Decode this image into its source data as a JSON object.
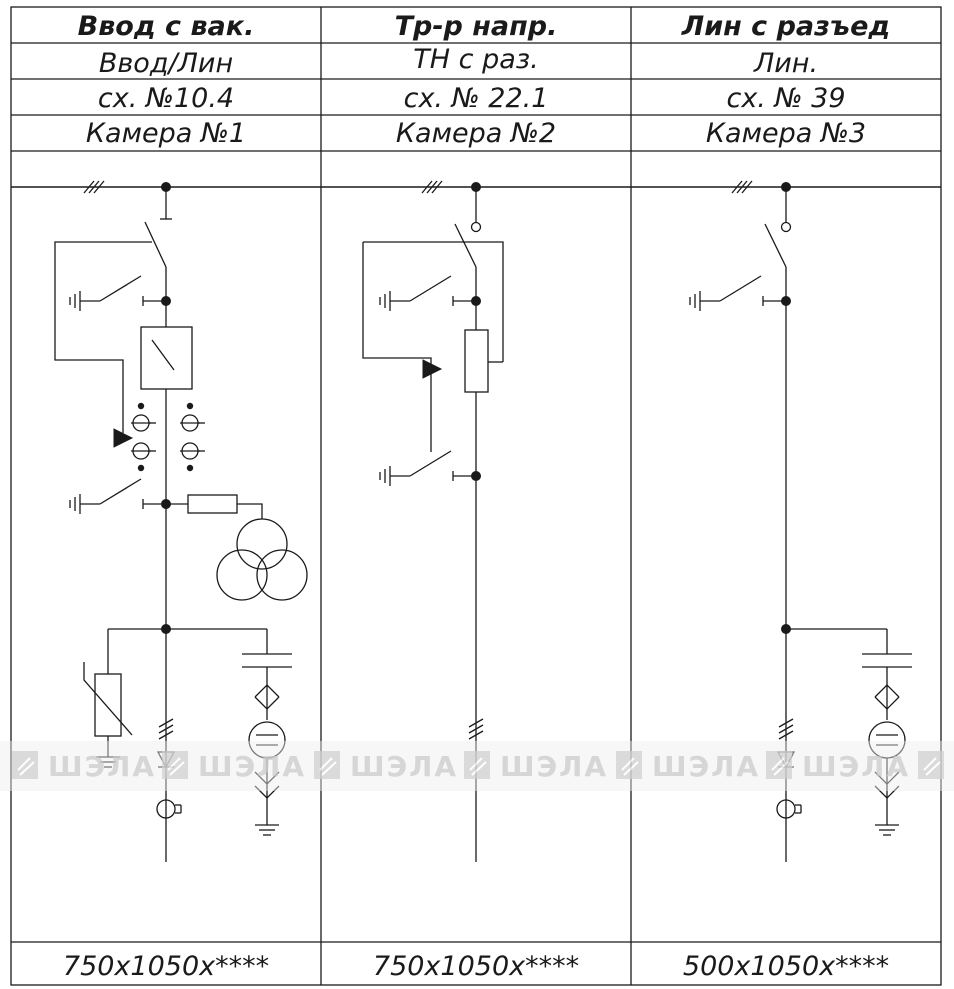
{
  "columns": [
    {
      "title": "Ввод с вак.",
      "subtitle": "Ввод/Лин",
      "scheme": "сх. №10.4",
      "chamber": "Камера №1",
      "dimensions": "750x1050x****"
    },
    {
      "title": "Тр-р напр.",
      "subtitle": "ТН с раз.",
      "scheme": "сх. № 22.1",
      "chamber": "Камера №2",
      "dimensions": "750x1050x****"
    },
    {
      "title": "Лин с разъед",
      "subtitle": "Лин.",
      "scheme": "сх. № 39",
      "chamber": "Камера №3",
      "dimensions": "500x1050x****"
    }
  ],
  "watermark": {
    "text": "ШЭЛА",
    "icon": "shela-logo-icon"
  }
}
